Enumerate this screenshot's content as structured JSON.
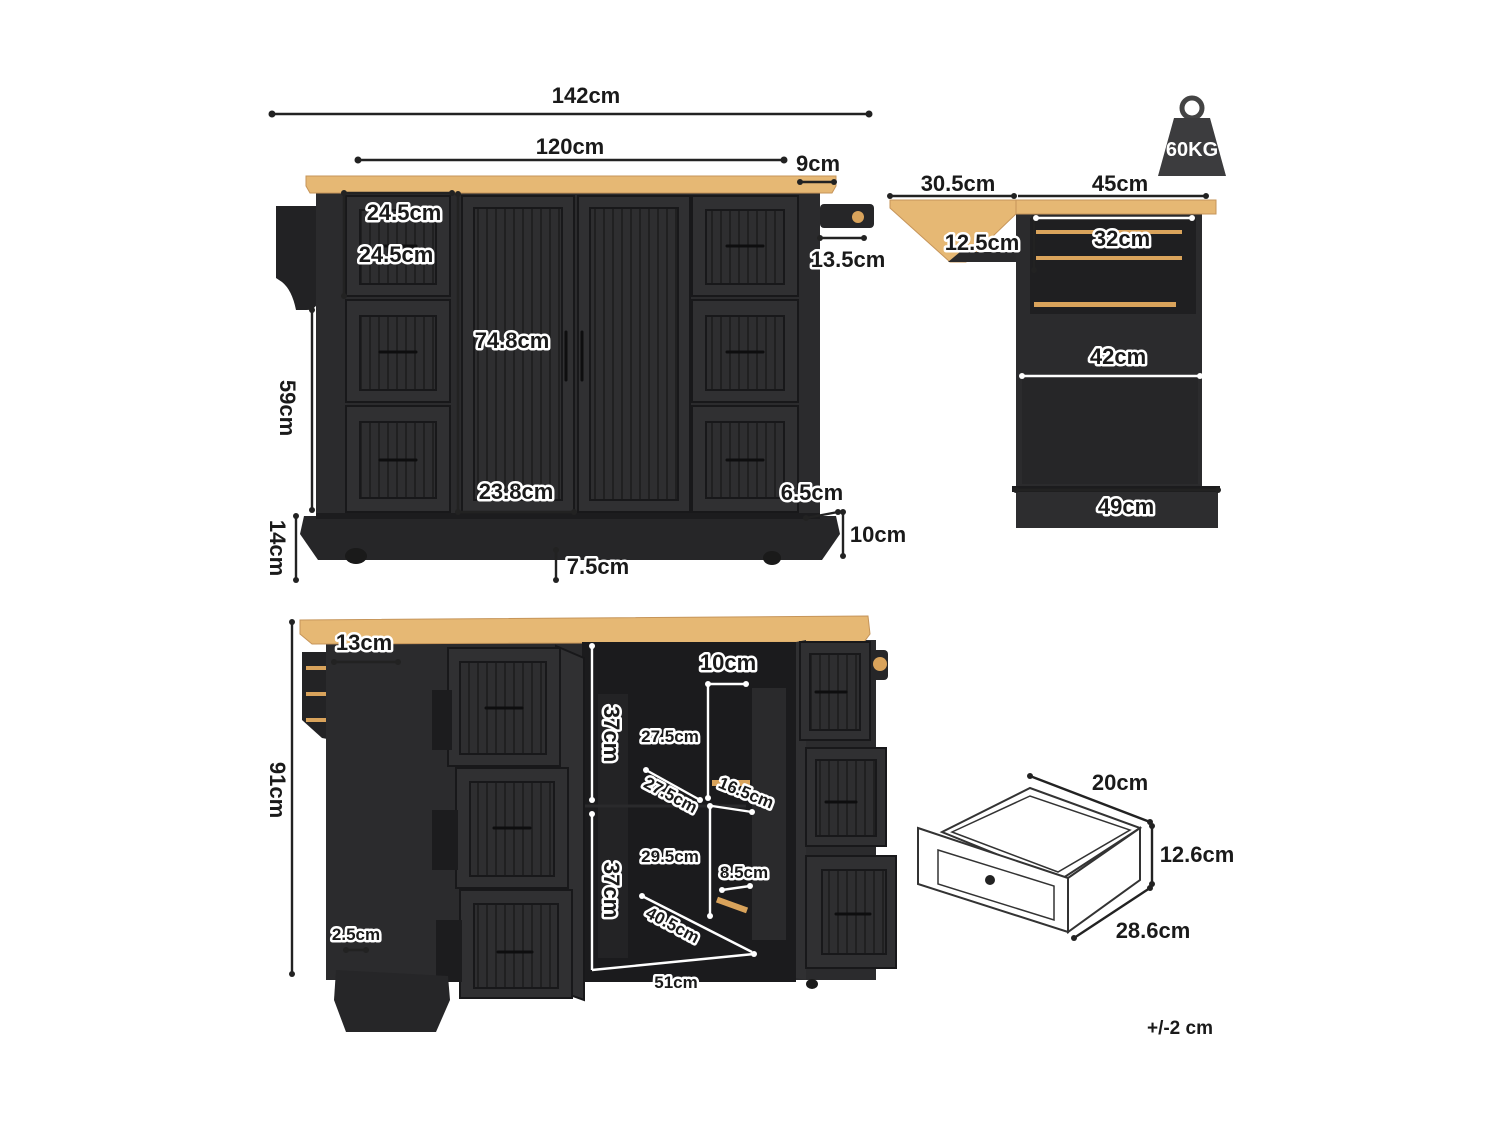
{
  "weight_badge": {
    "label": "60KG",
    "icon": "weight-icon"
  },
  "tolerance": "+/-2 cm",
  "colors": {
    "cabinet": "#2b2b2d",
    "cabinet_dark": "#1e1e20",
    "wood": "#e6b874",
    "line": "#222222"
  },
  "front_view": {
    "overall_width": "142cm",
    "top_width": "120cm",
    "overhang": "9cm",
    "drawer_width": "24.5cm",
    "drawer_height": "24.5cm",
    "door_height": "74.8cm",
    "door_width": "23.8cm",
    "side_height": "59cm",
    "base_height": "14cm",
    "wheel_clearance": "7.5cm",
    "hook_offset": "13.5cm",
    "corner_offset": "6.5cm",
    "foot_height": "10cm"
  },
  "side_view": {
    "leaf_width": "30.5cm",
    "depth": "45cm",
    "rack_gap": "12.5cm",
    "rack_width": "32cm",
    "inner_width": "42cm",
    "base_width": "49cm"
  },
  "open_view": {
    "total_height": "91cm",
    "rack_width": "13cm",
    "bottom_gap": "2.5cm",
    "upper_compartment": "37cm",
    "lower_compartment": "37cm",
    "door_shelf_width": "10cm",
    "upper_shelf_depth": "27.5cm",
    "upper_shelf_diag": "27.5cm",
    "door_upper": "16.5cm",
    "lower_shelf_depth": "29.5cm",
    "door_lower": "8.5cm",
    "diagonal": "40.5cm",
    "floor_width": "51cm"
  },
  "drawer_detail": {
    "width": "20cm",
    "height": "12.6cm",
    "depth": "28.6cm"
  }
}
